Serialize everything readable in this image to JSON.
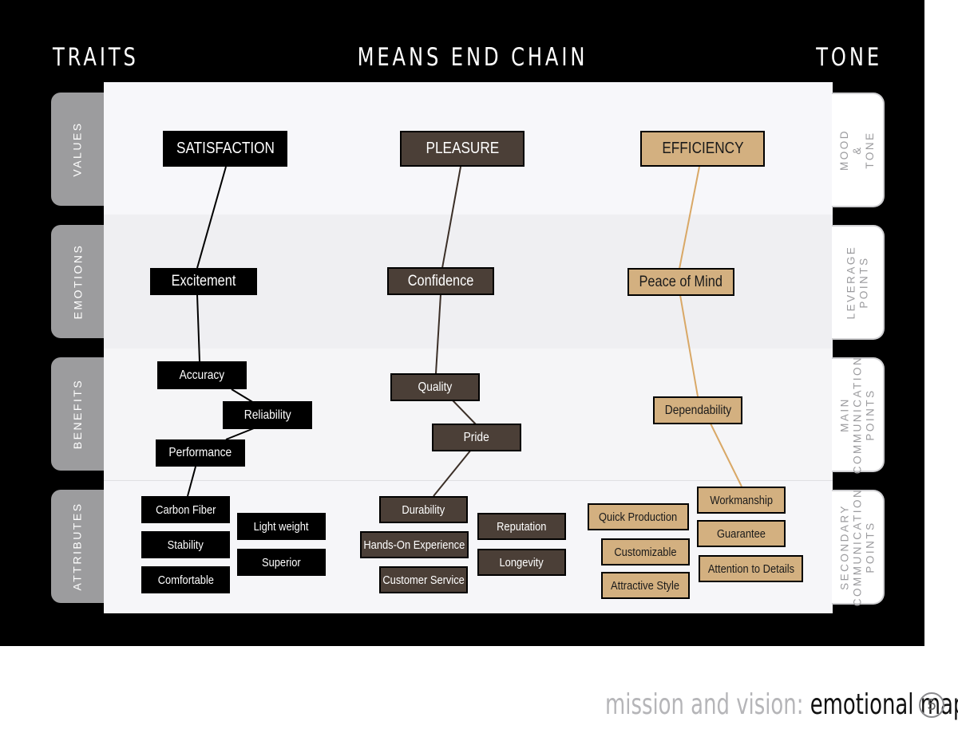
{
  "headers": {
    "traits": "TRAITS",
    "chain": "MEANS END CHAIN",
    "tone": "TONE"
  },
  "rows_left": [
    "VALUES",
    "EMOTIONS",
    "BENEFITS",
    "ATTRIBUTES"
  ],
  "rows_right": [
    "MOOD & TONE",
    "LEVERAGE\nPOINTS",
    "MAIN\nCOMMUNICATION\nPOINTS",
    "SECONDARY\nCOMMUNICATION\nPOINTS"
  ],
  "chains": {
    "satisfaction": {
      "value": "SATISFACTION",
      "emotion": "Excitement",
      "benefits": [
        "Accuracy",
        "Reliability",
        "Performance"
      ],
      "attributes": [
        "Carbon Fiber",
        "Stability",
        "Comfortable",
        "Light weight",
        "Superior"
      ]
    },
    "pleasure": {
      "value": "PLEASURE",
      "emotion": "Confidence",
      "benefits": [
        "Quality",
        "Pride"
      ],
      "attributes": [
        "Durability",
        "Hands-On Experience",
        "Customer Service",
        "Reputation",
        "Longevity"
      ]
    },
    "efficiency": {
      "value": "EFFICIENCY",
      "emotion": "Peace of Mind",
      "benefits": [
        "Dependability"
      ],
      "attributes": [
        "Quick Production",
        "Customizable",
        "Attractive Style",
        "Workmanship",
        "Guarantee",
        "Attention to Details"
      ]
    }
  },
  "colors": {
    "satisfaction": "#000000",
    "pleasure": "#4b3f37",
    "efficiency": "#d3b080",
    "efficiency_line": "#d9a866"
  },
  "footer": {
    "light": "mission and vision:",
    "dark": "emotional map",
    "page": "5"
  }
}
